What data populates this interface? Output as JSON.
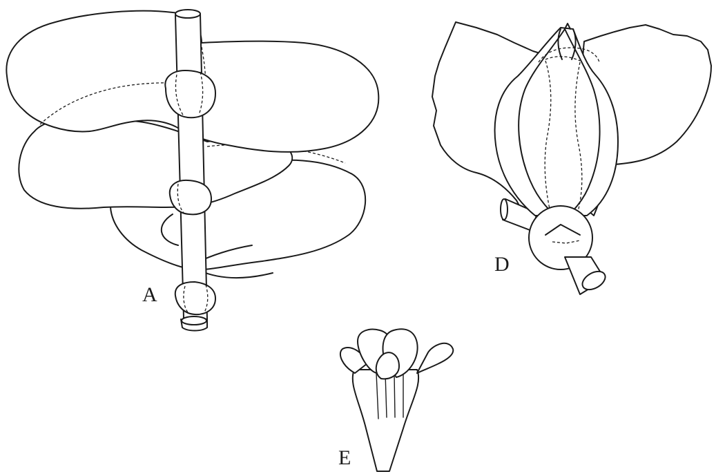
{
  "figure": {
    "labels": {
      "a": "A",
      "d": "D",
      "e": "E"
    }
  },
  "colors": {
    "ink": "#1a1a1a",
    "paper": "#ffffff"
  }
}
